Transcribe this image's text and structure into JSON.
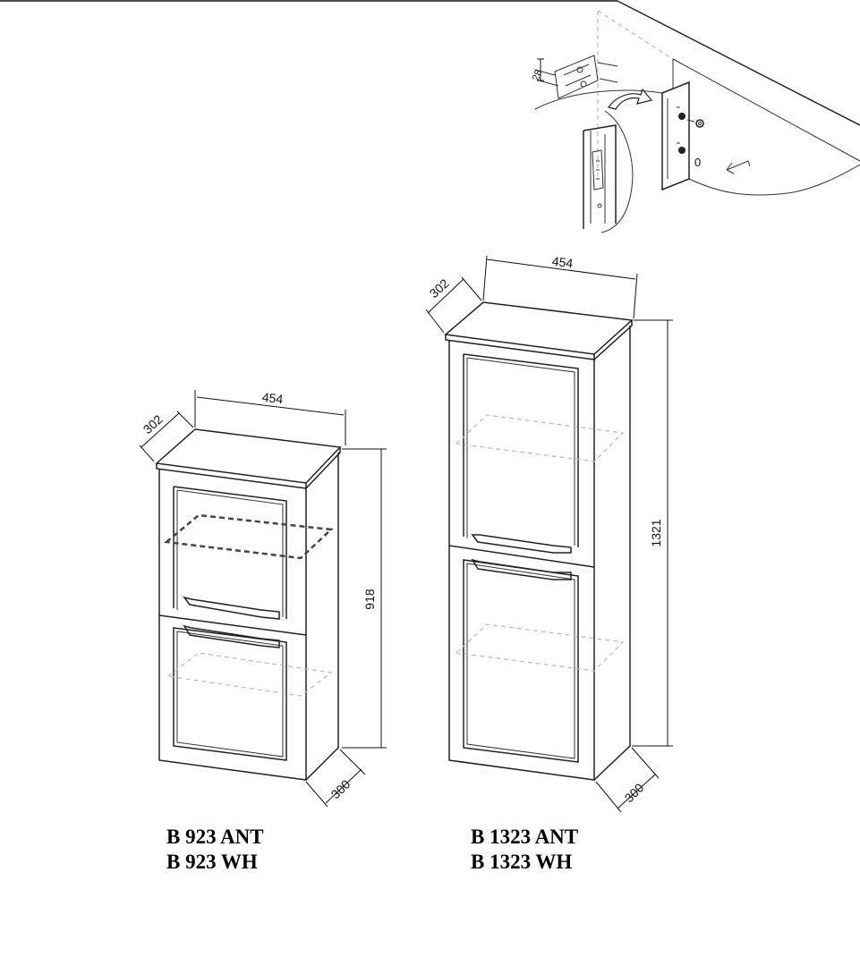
{
  "cabinets": [
    {
      "id": "b923",
      "models": [
        "B 923 ANT",
        "B 923 WH"
      ],
      "dimensions": {
        "width": "454",
        "depth_top": "302",
        "depth_base": "300",
        "height": "918"
      }
    },
    {
      "id": "b1323",
      "models": [
        "B 1323 ANT",
        "B 1323 WH"
      ],
      "dimensions": {
        "width": "454",
        "depth_top": "302",
        "depth_base": "300",
        "height": "1321"
      }
    }
  ],
  "mounting_detail": {
    "dimension": "28",
    "note": "0"
  }
}
